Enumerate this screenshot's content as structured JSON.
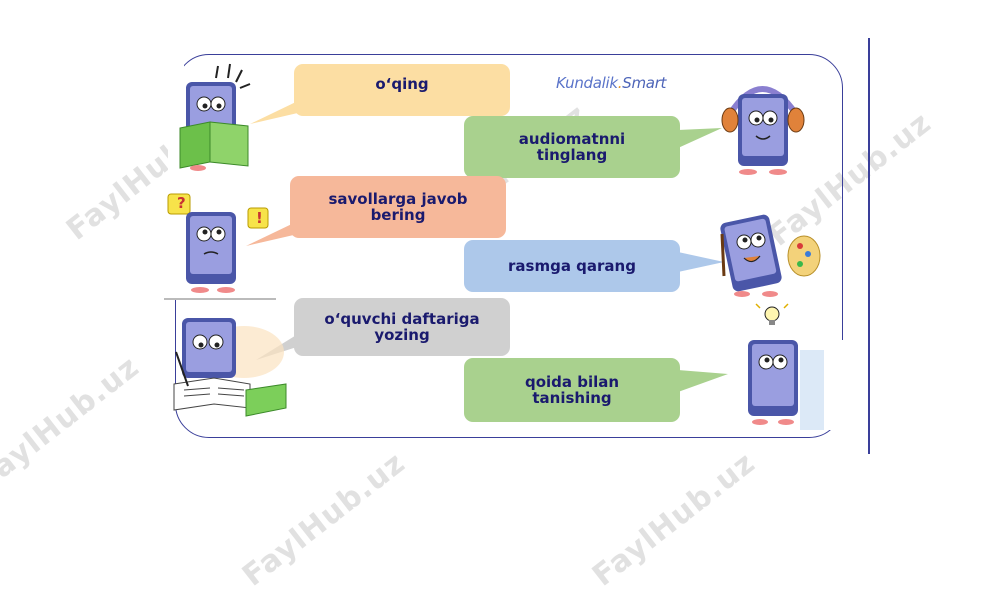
{
  "logo": {
    "part1": "Kundalik",
    "dot": ".",
    "part2": "Smart"
  },
  "instructions": [
    {
      "id": "read",
      "text": "o‘qing",
      "color": "#fcdea3"
    },
    {
      "id": "listen",
      "text": "audiomatnni tinglang",
      "color": "#a9d18e"
    },
    {
      "id": "answer",
      "text": "savollarga javob bering",
      "color": "#f6b89a"
    },
    {
      "id": "look",
      "text": "rasmga qarang",
      "color": "#adc8ea"
    },
    {
      "id": "write",
      "text": "o‘quvchi daftariga yozing",
      "color": "#d0d0d0"
    },
    {
      "id": "rule",
      "text": "qoida bilan tanishing",
      "color": "#a9d18e"
    }
  ],
  "speech_marks": {
    "question": "?",
    "exclaim": "!"
  },
  "watermark": "FaylHub.uz",
  "colors": {
    "border": "#3a3f9a",
    "text": "#1a1a6e",
    "tablet_screen": "#9a9ee0",
    "tablet_body": "#4a56a8"
  }
}
